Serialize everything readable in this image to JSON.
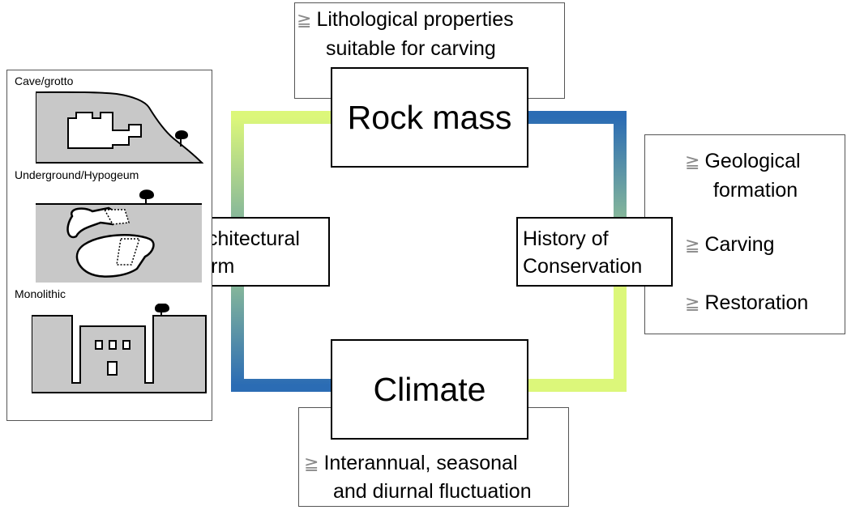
{
  "nodes": {
    "rock_mass": "Rock mass",
    "climate": "Climate",
    "architectural_form": [
      "Architectural",
      "Form"
    ],
    "history_of_conservation": [
      "History of",
      "Conservation"
    ]
  },
  "notes": {
    "rock_mass": [
      "Lithological properties",
      "suitable for carving"
    ],
    "climate": [
      "Interannual, seasonal",
      "and diurnal fluctuation"
    ],
    "history": [
      "Geological",
      "formation",
      "Carving",
      "Restoration"
    ]
  },
  "bullet_glyph": "≧",
  "types_panel": {
    "cave": "Cave/grotto",
    "underground": "Underground/Hypogeum",
    "monolithic": "Monolithic"
  },
  "colors": {
    "blue": "#2b6cb4",
    "green": "#dcf77a",
    "rock_gray": "#c8c8c8"
  }
}
